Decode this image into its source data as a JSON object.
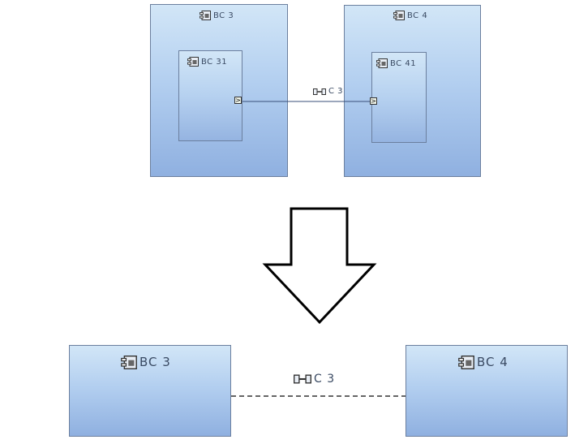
{
  "before": {
    "left_component": {
      "label": "BC 3",
      "inner": {
        "label": "BC 31"
      }
    },
    "right_component": {
      "label": "BC 4",
      "inner": {
        "label": "BC 41"
      }
    },
    "connector": {
      "label": "C 3"
    }
  },
  "after": {
    "left_component": {
      "label": "BC 3"
    },
    "right_component": {
      "label": "BC 4"
    },
    "connector": {
      "label": "C 3"
    }
  },
  "icons": {
    "component": "component-icon",
    "connector": "connector-icon",
    "port": "port-icon",
    "transform_arrow": "down-arrow-icon"
  },
  "colors": {
    "component_top": "#d2e6f7",
    "component_bottom": "#8fb0e0",
    "border": "#6b7f9e",
    "line": "#3a4f7a"
  }
}
